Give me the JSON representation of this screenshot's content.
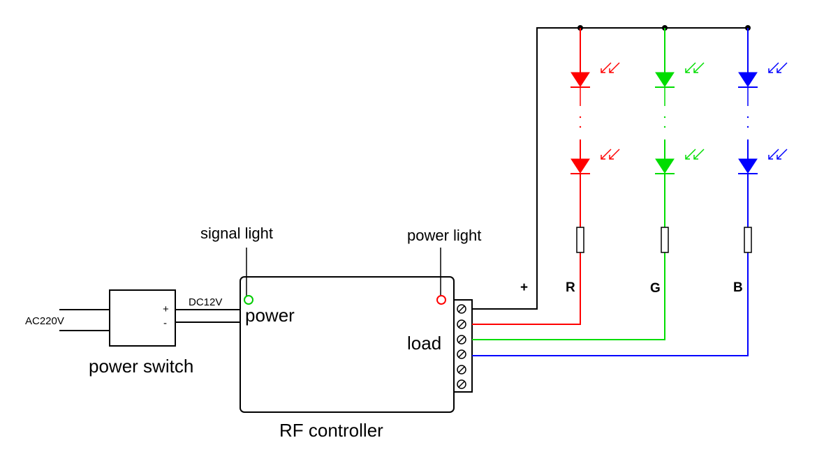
{
  "labels": {
    "ac_input": "AC220V",
    "dc_output": "DC12V",
    "plus_sign": "+",
    "minus_sign": "-",
    "power_switch": "power switch",
    "signal_light": "signal light",
    "power_light": "power light",
    "power_port": "power",
    "load_port": "load",
    "controller": "RF controller",
    "positive_rail": "+",
    "channel_r": "R",
    "channel_g": "G",
    "channel_b": "B"
  },
  "colors": {
    "wire": "#000000",
    "red": "#ff0000",
    "green": "#00dd00",
    "blue": "#0000ff",
    "signal_light": "#00cc00",
    "power_light": "#ff0000"
  },
  "channels": [
    {
      "name": "red-channel",
      "color": "#ff0000"
    },
    {
      "name": "green-channel",
      "color": "#00dd00"
    },
    {
      "name": "blue-channel",
      "color": "#0000ff"
    }
  ]
}
